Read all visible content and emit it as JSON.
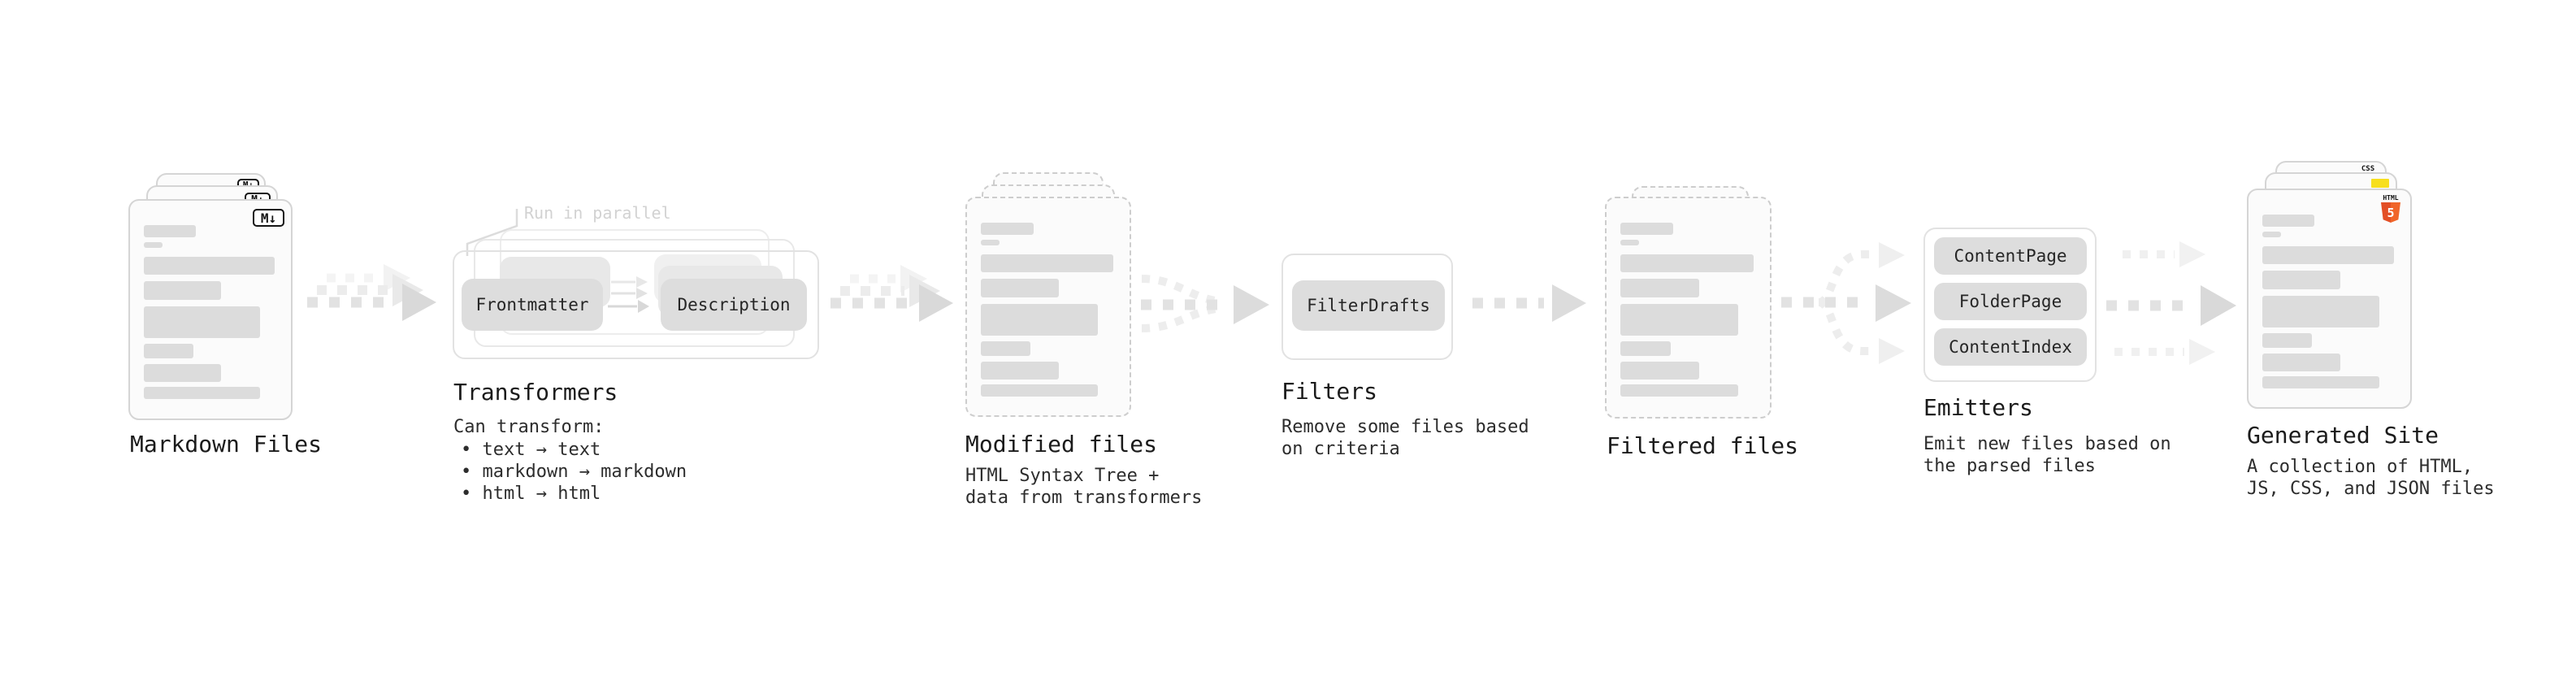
{
  "stages": {
    "markdown_files": {
      "title": "Markdown Files",
      "badge": "M↓"
    },
    "transformers": {
      "annotation": "Run in parallel",
      "node_a": "Frontmatter",
      "node_b": "Description",
      "title": "Transformers",
      "subtitle": "Can transform:",
      "bullets": "• text → text\n• markdown → markdown\n• html → html"
    },
    "modified_files": {
      "title": "Modified files",
      "description": "HTML Syntax Tree +\ndata from transformers"
    },
    "filters": {
      "node": "FilterDrafts",
      "title": "Filters",
      "description": "Remove some files based\non criteria"
    },
    "filtered_files": {
      "title": "Filtered files"
    },
    "emitters": {
      "nodes": [
        "ContentPage",
        "FolderPage",
        "ContentIndex"
      ],
      "title": "Emitters",
      "description": "Emit new files based on\nthe parsed files"
    },
    "generated_site": {
      "title": "Generated Site",
      "description": "A collection of HTML,\nJS, CSS, and JSON files",
      "badge_css": "CSS",
      "badge_html": "HTML",
      "badge_five": "5"
    }
  },
  "colors": {
    "html5_orange": "#e34f26",
    "js_yellow": "#f7df1e",
    "css_blue": "#2965f1",
    "card_border": "#d5d5d5",
    "node_fill": "#dddddd",
    "arrow_gray": "#e2e2e2"
  }
}
